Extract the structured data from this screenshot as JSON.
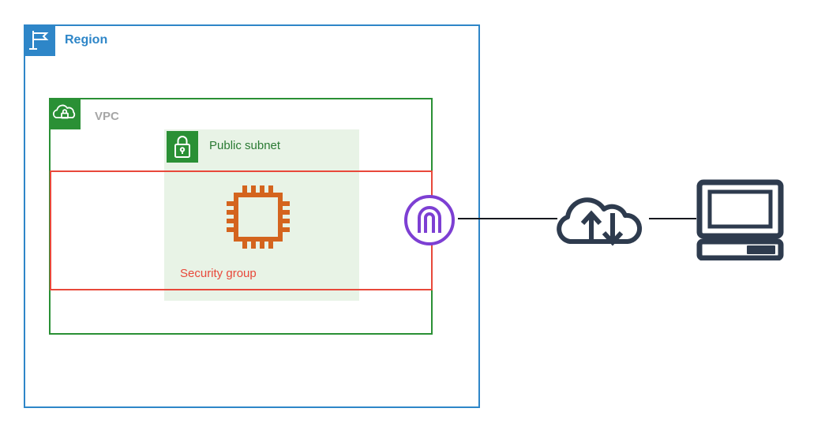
{
  "diagram": {
    "title": "AWS VPC public subnet architecture",
    "colors": {
      "region_blue": "#2E86C8",
      "vpc_green": "#2A9035",
      "subnet_fill": "#E8F3E6",
      "security_group_red": "#E8483A",
      "ec2_orange": "#D4641E",
      "gateway_purple": "#7D3FD3",
      "ink_navy": "#2E3B4E",
      "vpc_label_gray": "#A6A6A6"
    }
  },
  "region": {
    "label": "Region",
    "icon": "region-flag-icon"
  },
  "vpc": {
    "label": "VPC",
    "icon": "vpc-cloud-lock-icon"
  },
  "subnet": {
    "label": "Public subnet",
    "icon": "padlock-icon"
  },
  "security_group": {
    "label": "Security group"
  },
  "nodes": [
    {
      "id": "ec2",
      "icon": "ec2-instance-icon",
      "label": ""
    },
    {
      "id": "internet-gateway",
      "icon": "internet-gateway-icon",
      "label": ""
    },
    {
      "id": "internet",
      "icon": "internet-cloud-icon",
      "label": ""
    },
    {
      "id": "client-computer",
      "icon": "desktop-computer-icon",
      "label": ""
    }
  ],
  "connections": [
    {
      "id": "gateway-to-internet",
      "from": "internet-gateway",
      "to": "internet"
    },
    {
      "id": "internet-to-client",
      "from": "internet",
      "to": "client-computer"
    }
  ]
}
